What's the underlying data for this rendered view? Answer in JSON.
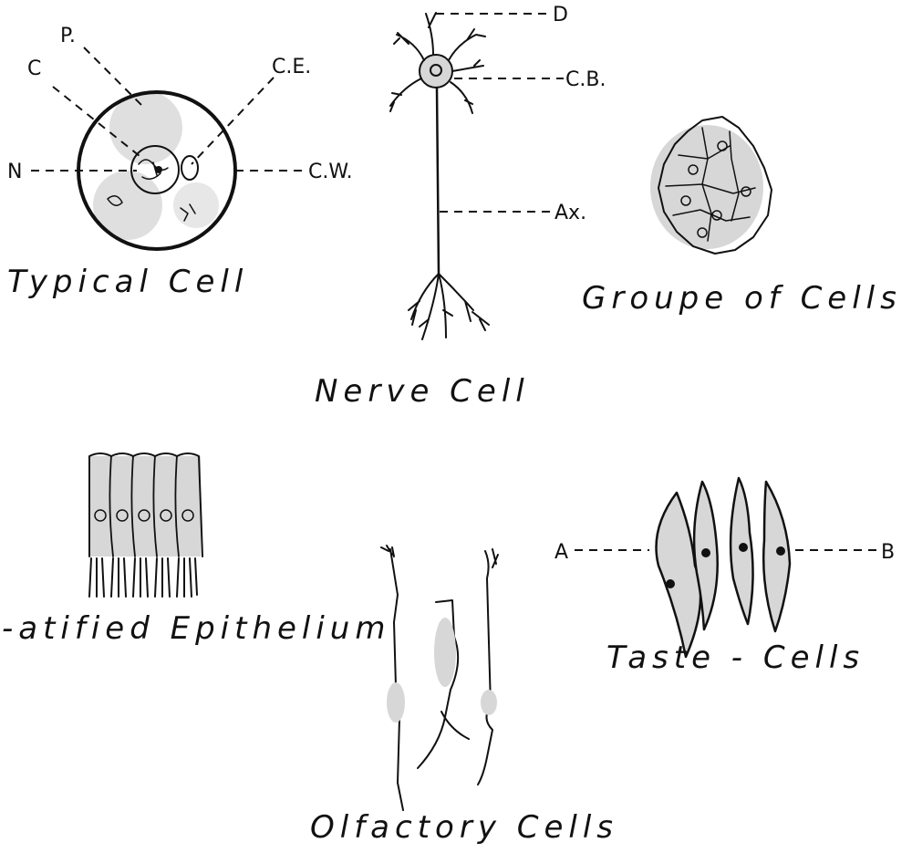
{
  "captions": {
    "typical_cell": "Typical Cell",
    "nerve_cell": "Nerve Cell",
    "group_of_cells": "Groupe of Cells",
    "stratified_epithelium": "-atified Epithelium",
    "taste_cells": "Taste - Cells",
    "olfactory_cells": "Olfactory Cells"
  },
  "typical_cell_labels": {
    "p": "P.",
    "c": "C",
    "ce": "C.E.",
    "n": "N",
    "cw": "C.W."
  },
  "nerve_cell_labels": {
    "d": "D",
    "cb": "C.B.",
    "ax": "Ax."
  },
  "taste_cell_labels": {
    "a": "A",
    "b": "B"
  },
  "colors": {
    "ink": "#111111",
    "stipple": "#d7d7d7",
    "paper": "#ffffff"
  }
}
